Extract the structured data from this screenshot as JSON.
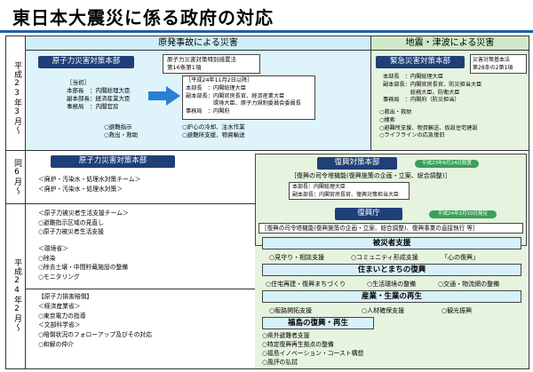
{
  "title": "東日本大震災に係る政府の対応",
  "periods": {
    "p1": "平成23年3月～",
    "p2": "同6月～",
    "p3": "平成24年2月～"
  },
  "headers": {
    "nuclear": "原発事故による災害",
    "quake": "地震・津波による災害"
  },
  "nuclear_hq": {
    "label": "原子力災害対策本部",
    "law": "原子力災害対策特別措置法\n第16条第1項",
    "before": "［当初］\n本部長　：内閣総理大臣\n副本部長：経済産業大臣\n事務局　：内閣官房",
    "after": "［平成24年11月2日以降］\n本部長　：内閣総理大臣\n副本部長：内閣官房長官、経済産業大臣\n　　　　　環境大臣、原子力規制委員会委員長\n事務局　：内閣府",
    "items_left": "○避難指示\n○救出・救助",
    "items_right": "○炉心の冷却、注水作業\n○避難所支援、物資輸送"
  },
  "emergency_hq": {
    "label": "緊急災害対策本部",
    "law": "災害対策基本法\n第28条の2第1項",
    "members": "本部長　：内閣総理大臣\n副本部長：内閣官房長官、防災担当大臣\n　　　　　総務大臣、防衛大臣\n事務局　：内閣府（防災担当）",
    "items": "○救出・救助\n○捜索\n○避難所支援、物資輸送、仮設住宅建設\n○ライフラインの応急復旧"
  },
  "nuclear_hq_june": {
    "label": "原子力災害対策本部",
    "items": "＜廃炉・汚染水・処理水対策チーム＞\n＜廃炉・汚染水・処理水対策＞"
  },
  "reconstruction_hq": {
    "label": "復興対策本部",
    "badge": "平成23年6月24日設置",
    "desc": "［復興の司令塔機能(復興施策の企画・立案、総合調整)］",
    "members": "本部長：内閣総理大臣\n副本部長：内閣官房長官、復興対策担当大臣"
  },
  "agency": {
    "label": "復興庁",
    "badge": "平成24年2月10日発足",
    "desc": "［復興の司令塔機能(復興施策の企画・立案、総合調整)、復興事業の直接執行 等］"
  },
  "left_lower_a": "＜原子力被災者生活支援チーム＞\n○避難指示区域の見直し\n○原子力被災者生活支援",
  "left_lower_b": "＜環境省＞\n○除染\n○除去土壌・中間貯蔵施設の整備\n○モニタリング",
  "left_lower_c": "【原子力損害賠償】\n＜経済産業省＞\n○東京電力の指導\n＜文部科学省＞\n○賠償状況のフォローアップ及びその対応\n○和解の仲介",
  "support": {
    "label": "被災者支援",
    "items": [
      "○見守り・相談支援",
      "○コミュニティ形成支援",
      "「心の復興」"
    ]
  },
  "housing": {
    "label": "住まいとまちの復興",
    "items": [
      "○住宅再建・復興まちづくり",
      "○生活環境の整備",
      "○交通・物流網の整備"
    ]
  },
  "industry": {
    "label": "産業・生業の再生",
    "items": [
      "○販路開拓支援",
      "○人材確保支援",
      "○観光振興"
    ]
  },
  "fukushima": {
    "label": "福島の復興・再生",
    "items": "○県外避難者支援\n○特定復興再生拠点の整備\n○福島イノベーション・コースト構想\n○風評の払拭"
  },
  "colors": {
    "navy": "#1f3f77",
    "light_blue": "#dff3fb",
    "light_green": "#e6f3df",
    "arrow": "#2a7fd4",
    "badge": "#3aa05a"
  }
}
